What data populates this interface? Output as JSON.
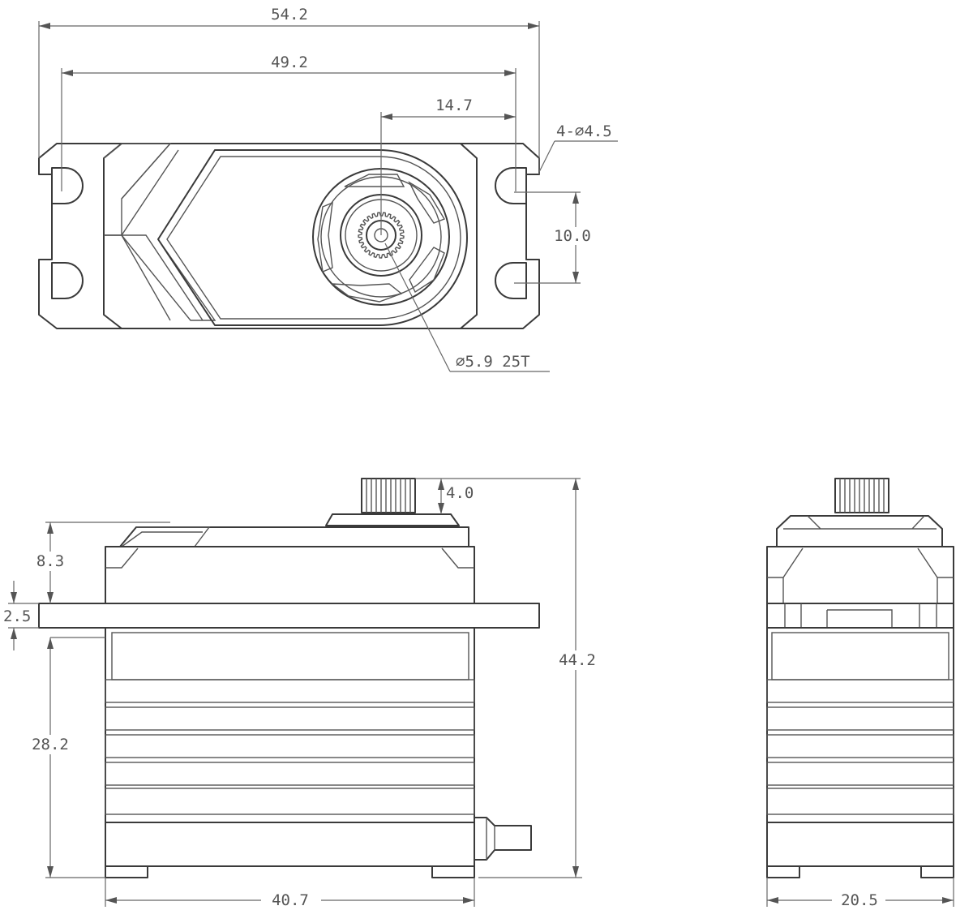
{
  "dimensions": {
    "top_view": {
      "overall_width": "54.2",
      "hole_spacing": "49.2",
      "shaft_offset": "14.7",
      "mount_holes": "4-⌀4.5",
      "hole_vertical_spacing": "10.0",
      "spline": "⌀5.9 25T"
    },
    "side_view": {
      "spline_height": "4.0",
      "upper_case_height": "8.3",
      "flange_thickness": "2.5",
      "overall_height": "44.2",
      "lower_case_height": "28.2",
      "body_length": "40.7"
    },
    "end_view": {
      "body_width": "20.5"
    }
  },
  "colors": {
    "line": "#3a3a3a",
    "dimension": "#666666",
    "background": "#ffffff"
  }
}
